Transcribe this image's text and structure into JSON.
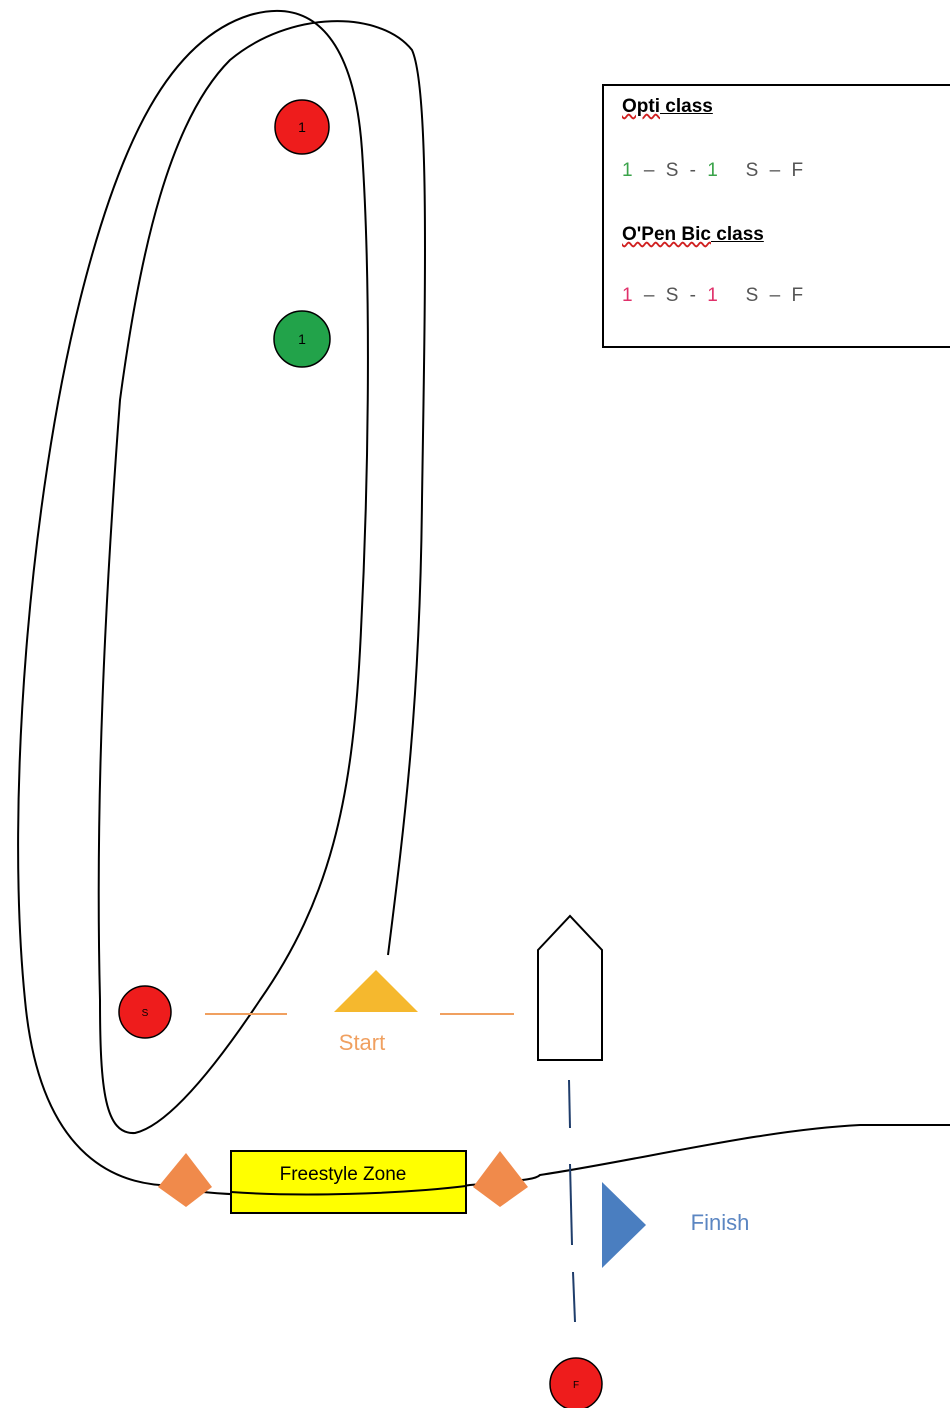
{
  "legend": {
    "opti_heading_part1": "Opti",
    "opti_heading_part2": " class",
    "opti_seq": {
      "n1": "1",
      "mid": " – S - ",
      "n2": "1",
      "rest": "   S – F"
    },
    "opti_color": "#3aa34a",
    "bic_heading_part1": "O'Pen Bic",
    "bic_heading_part2": " class",
    "bic_seq": {
      "n1": "1",
      "mid": " – S - ",
      "n2": "1",
      "rest": "   S – F"
    },
    "bic_color": "#e0306a"
  },
  "marks": {
    "mark_red_1": "1",
    "mark_green_1": "1",
    "mark_s": "S",
    "mark_f": "F"
  },
  "labels": {
    "start": "Start",
    "finish": "Finish",
    "freestyle_zone": "Freestyle Zone"
  },
  "colors": {
    "red_mark": "#ee1c1c",
    "green_mark": "#22a34a",
    "start_triangle": "#f5b82e",
    "start_text": "#f0a060",
    "orange_buoy": "#f08a4b",
    "finish_triangle": "#4a7ec0",
    "finish_text": "#5b86c2",
    "zone_fill": "#ffff00"
  }
}
